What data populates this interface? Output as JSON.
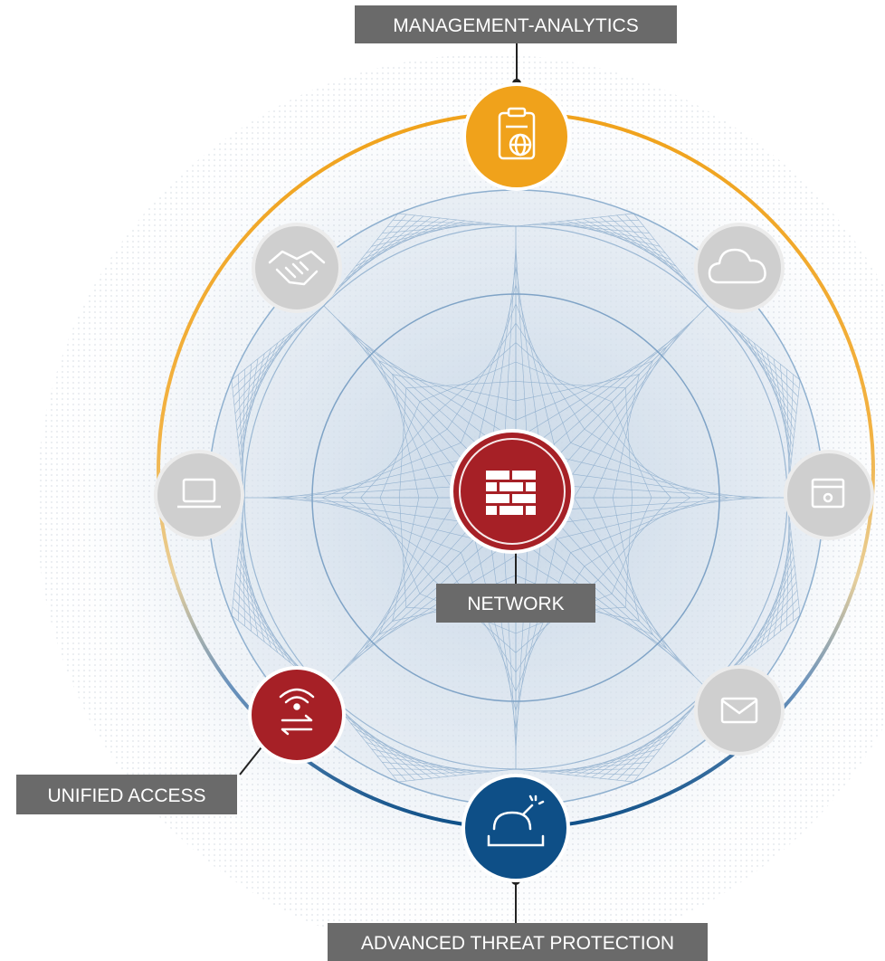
{
  "labels": {
    "management_analytics": "MANAGEMENT-ANALYTICS",
    "network": "NETWORK",
    "unified_access": "UNIFIED ACCESS",
    "advanced_threat_protection": "ADVANCED THREAT PROTECTION"
  },
  "colors": {
    "management_analytics": "#F0A21B",
    "network": "#A62026",
    "unified_access": "#A62026",
    "advanced_threat_protection": "#0E4F87",
    "inactive_node": "#CFCFCF",
    "label_box": "#6A6A6A",
    "web": "#7FA3C6"
  },
  "nodes": [
    {
      "id": "management-analytics",
      "icon": "clipboard-globe-icon",
      "active": true
    },
    {
      "id": "partners",
      "icon": "handshake-icon",
      "active": false
    },
    {
      "id": "cloud",
      "icon": "cloud-icon",
      "active": false
    },
    {
      "id": "endpoint",
      "icon": "laptop-icon",
      "active": false
    },
    {
      "id": "network",
      "icon": "firewall-icon",
      "active": true
    },
    {
      "id": "application",
      "icon": "app-window-gear-icon",
      "active": false
    },
    {
      "id": "unified-access",
      "icon": "wifi-arrows-icon",
      "active": true
    },
    {
      "id": "email",
      "icon": "envelope-icon",
      "active": false
    },
    {
      "id": "advanced-threat-protection",
      "icon": "bomb-sandbox-icon",
      "active": true
    }
  ]
}
